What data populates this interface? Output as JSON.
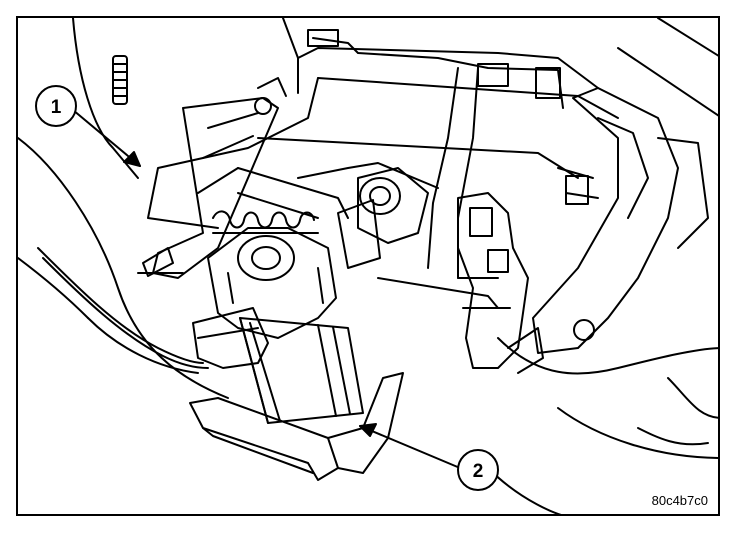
{
  "figure": {
    "callouts": [
      {
        "label": "1"
      },
      {
        "label": "2"
      }
    ],
    "figure_id": "80c4b7c0",
    "line_color": "#000000",
    "background_color": "#ffffff"
  }
}
